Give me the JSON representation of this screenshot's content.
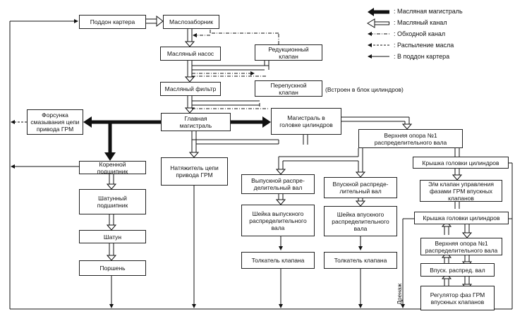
{
  "boxes": {
    "sump": "Поддон картера",
    "oil_strainer": "Маслозаборник",
    "oil_pump": "Масляный насос",
    "relief_valve": "Редукционный клапан",
    "oil_filter": "Масляный фильтр",
    "bypass_valve": "Перепускной клапан",
    "main_gallery": "Главная магистраль",
    "head_gallery": "Магистраль в головке цилиндров",
    "chain_jet": "Форсунка смазывания цепи привода ГРМ",
    "main_bearing": "Коренной подшипник",
    "rod_bearing": "Шатунный подшипник",
    "con_rod": "Шатун",
    "piston": "Поршень",
    "chain_tensioner": "Натяжитель цепи привода ГРМ",
    "cam_journal_top": "Верхняя опора №1 распределительного вала",
    "exhaust_cam": "Выпускной распре-делительный вал",
    "exhaust_cam_journal": "Шейка выпускного распределительного вала",
    "exhaust_lifter": "Толкатель клапана",
    "intake_cam": "Впускной распреде-лительный вал",
    "intake_cam_journal": "Шейка впускного распределительного вала",
    "intake_lifter": "Толкатель клапана",
    "head_cover_1": "Крышка головки цилиндров",
    "vvt_valve": "Э/м клапан управления фазами ГРМ впускных клапанов",
    "head_cover_2": "Крышка головки цилиндров",
    "cam_journal_2": "Верхняя опора №1 распределительного вала",
    "intake_cam_2": "Впуск. распред. вал",
    "vvt_regulator": "Регулятор фаз ГРМ впускных клапанов"
  },
  "notes": {
    "built_in": "(Встроен в блок цилиндров)",
    "drain": "Дренаж"
  },
  "legend": [
    {
      "key": "main",
      "text": ": Масляная магистраль"
    },
    {
      "key": "channel",
      "text": ": Масляный канал"
    },
    {
      "key": "bypass",
      "text": ": Обходной канал"
    },
    {
      "key": "spray",
      "text": ": Распыление масла"
    },
    {
      "key": "return",
      "text": ": В поддон картера"
    }
  ]
}
